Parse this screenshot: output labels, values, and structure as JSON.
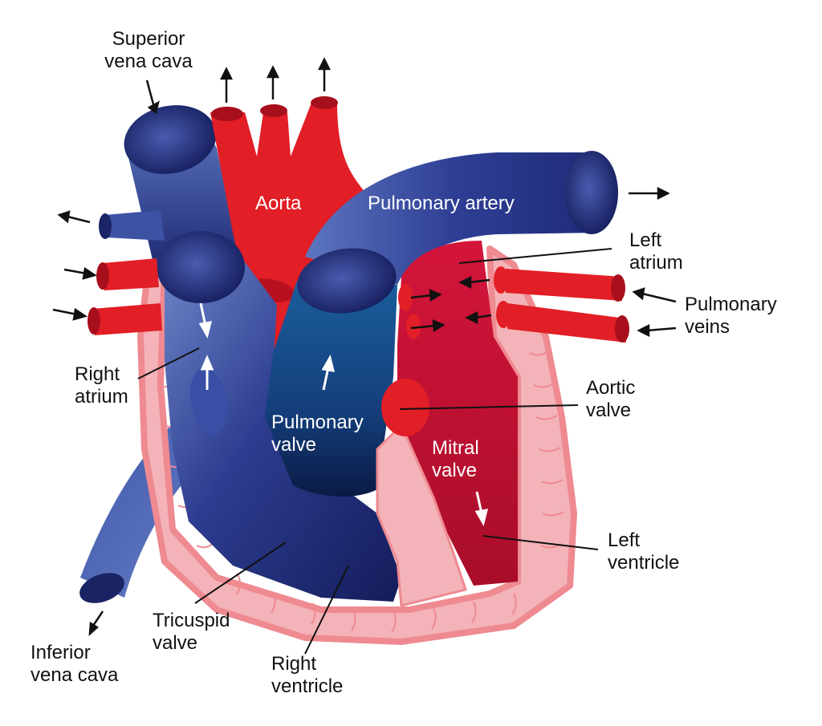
{
  "diagram": {
    "labels": {
      "superior_vena_cava": [
        "Superior",
        "vena cava"
      ],
      "aorta": "Aorta",
      "pulmonary_artery": "Pulmonary artery",
      "left_atrium": [
        "Left",
        "atrium"
      ],
      "pulmonary_veins": [
        "Pulmonary",
        "veins"
      ],
      "right_atrium": [
        "Right",
        "atrium"
      ],
      "aortic_valve": [
        "Aortic",
        "valve"
      ],
      "pulmonary_valve": [
        "Pulmonary",
        "valve"
      ],
      "mitral_valve": [
        "Mitral",
        "valve"
      ],
      "left_ventricle": [
        "Left",
        "ventricle"
      ],
      "tricuspid_valve": [
        "Tricuspid",
        "valve"
      ],
      "inferior_vena_cava": [
        "Inferior",
        "vena cava"
      ],
      "right_ventricle": [
        "Right",
        "ventricle"
      ]
    },
    "colors": {
      "deoxygenated_blue": "#1e2a78",
      "vein_blue_light": "#5670b8",
      "oxygenated_red": "#e01e24",
      "chamber_red": "#c8102e",
      "muscle_pink": "#f4b6bb",
      "muscle_outline": "#ee8a90"
    }
  }
}
